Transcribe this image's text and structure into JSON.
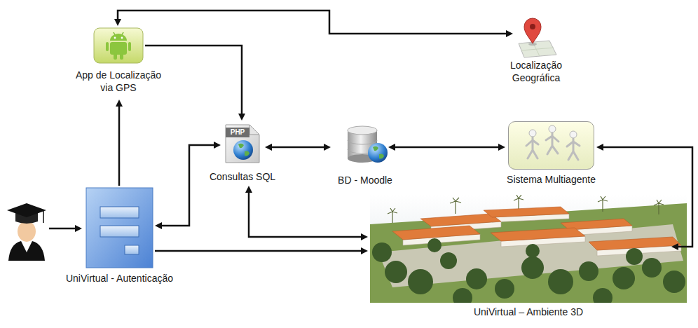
{
  "diagram": {
    "nodes": [
      {
        "text": [
          "App de Localização via GPS"
        ]
      },
      {
        "text": [
          "Localização Geográfica"
        ]
      },
      {
        "text": [
          "Consultas SQL"
        ]
      },
      {
        "text": [
          "BD - Moodle"
        ]
      },
      {
        "text": [
          "Sistema Multiagente"
        ]
      },
      {
        "text": [
          "UniVirtual - Autenticação"
        ]
      },
      {
        "text": [
          "UniVirtual – Ambiente 3D"
        ]
      }
    ],
    "edges": [
      {
        "from": 0,
        "to": 1,
        "arrow": "both"
      },
      {
        "from": 0,
        "to": 2,
        "arrow": "to"
      },
      {
        "from": 5,
        "to": 0,
        "arrow": "to"
      },
      {
        "from": 5,
        "to": 2,
        "arrow": "both"
      },
      {
        "from": 2,
        "to": 3,
        "arrow": "both"
      },
      {
        "from": 3,
        "to": 4,
        "arrow": "both"
      },
      {
        "from": 4,
        "to": 6,
        "arrow": "both"
      },
      {
        "from": 2,
        "to": 6,
        "arrow": "both"
      },
      {
        "from": 5,
        "to": 6,
        "arrow": "to"
      }
    ],
    "labels": [
      "PHP"
    ]
  }
}
